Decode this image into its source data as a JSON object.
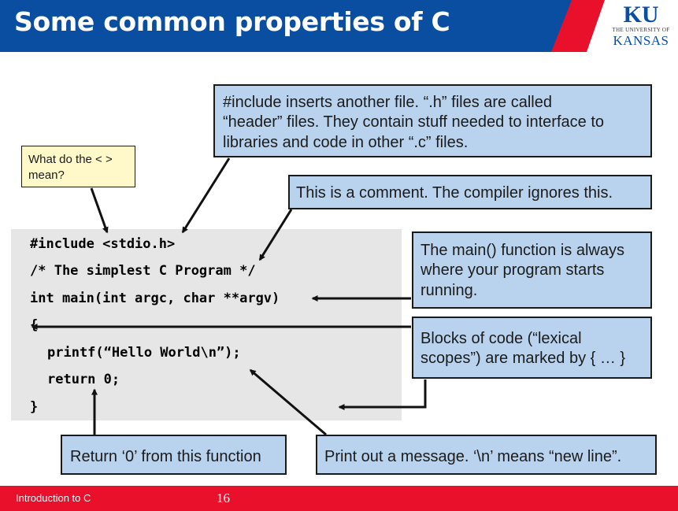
{
  "slide": {
    "title": "Some common properties of C",
    "logo": {
      "ku": "KU",
      "university": "THE UNIVERSITY OF",
      "kansas": "KANSAS"
    },
    "colors": {
      "header_blue": "#0a4ea2",
      "accent_red": "#e8102a",
      "callout_blue": "#b9d3ee",
      "callout_yellow": "#fff9c9",
      "code_bg": "#e6e6e6"
    }
  },
  "code": {
    "lines": [
      "#include <stdio.h>",
      "/* The simplest C Program */",
      "int main(int argc, char **argv)",
      "{",
      "printf(“Hello World\\n”);",
      "return 0;",
      "}"
    ]
  },
  "callouts": {
    "include": {
      "lines": [
        "#include inserts another file.  “.h” files are called",
        "“header” files.  They contain stuff needed to interface to",
        "libraries and code in other “.c” files."
      ]
    },
    "angle": {
      "lines": [
        "What do the < >",
        "mean?"
      ]
    },
    "comment": {
      "lines": [
        "This is a comment.  The compiler ignores this."
      ]
    },
    "main": {
      "lines": [
        "The main() function is always",
        "where your program starts",
        "running."
      ]
    },
    "blocks": {
      "lines": [
        "Blocks of code (“lexical",
        "scopes”) are marked by { … }"
      ]
    },
    "return": {
      "lines": [
        "Return ‘0’ from this function"
      ]
    },
    "print": {
      "lines": [
        "Print out a message. ‘\\n’ means “new line”."
      ]
    }
  },
  "footer": {
    "label": "Introduction to C",
    "page": "16"
  }
}
